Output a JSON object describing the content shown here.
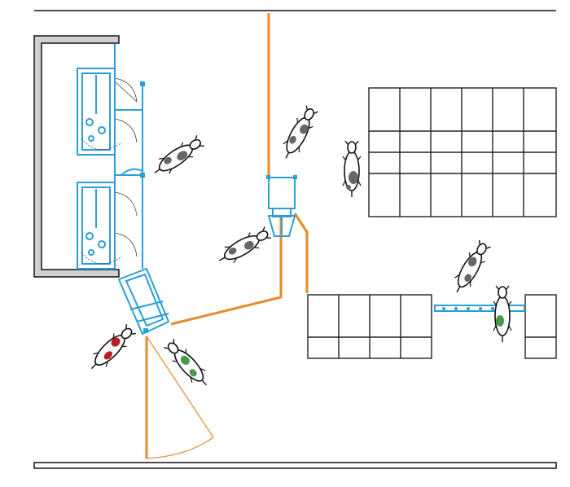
{
  "title": "",
  "colors": {
    "robot_equipment": "#2a9fd6",
    "gates_and_fences": "#e8892b",
    "pen_outline": "#222222",
    "wall_fill": "#d0d0d0",
    "cow_spot_gray": "#666666",
    "cow_spot_red": "#b52020",
    "cow_spot_green": "#4a9a4a"
  },
  "legend": [],
  "elements": {
    "milking_robots": [
      "robot-upper",
      "robot-lower"
    ],
    "cubicle_blocks": [
      "cubicle-block-top-right",
      "cubicle-block-bottom-middle",
      "cubicle-block-bottom-right"
    ],
    "cows": [
      {
        "id": "cow-near-robots",
        "spots": "gray"
      },
      {
        "id": "cow-center-top",
        "spots": "gray"
      },
      {
        "id": "cow-vertical-right",
        "spots": "gray"
      },
      {
        "id": "cow-center",
        "spots": "gray"
      },
      {
        "id": "cow-red-spots",
        "spots": "red"
      },
      {
        "id": "cow-green-spots",
        "spots": "green"
      },
      {
        "id": "cow-right-gray",
        "spots": "gray"
      },
      {
        "id": "cow-right-green",
        "spots": "green"
      }
    ],
    "icons": [
      "cow-icon",
      "milking-robot-icon",
      "selection-gate-icon",
      "swing-gate-icon"
    ]
  }
}
